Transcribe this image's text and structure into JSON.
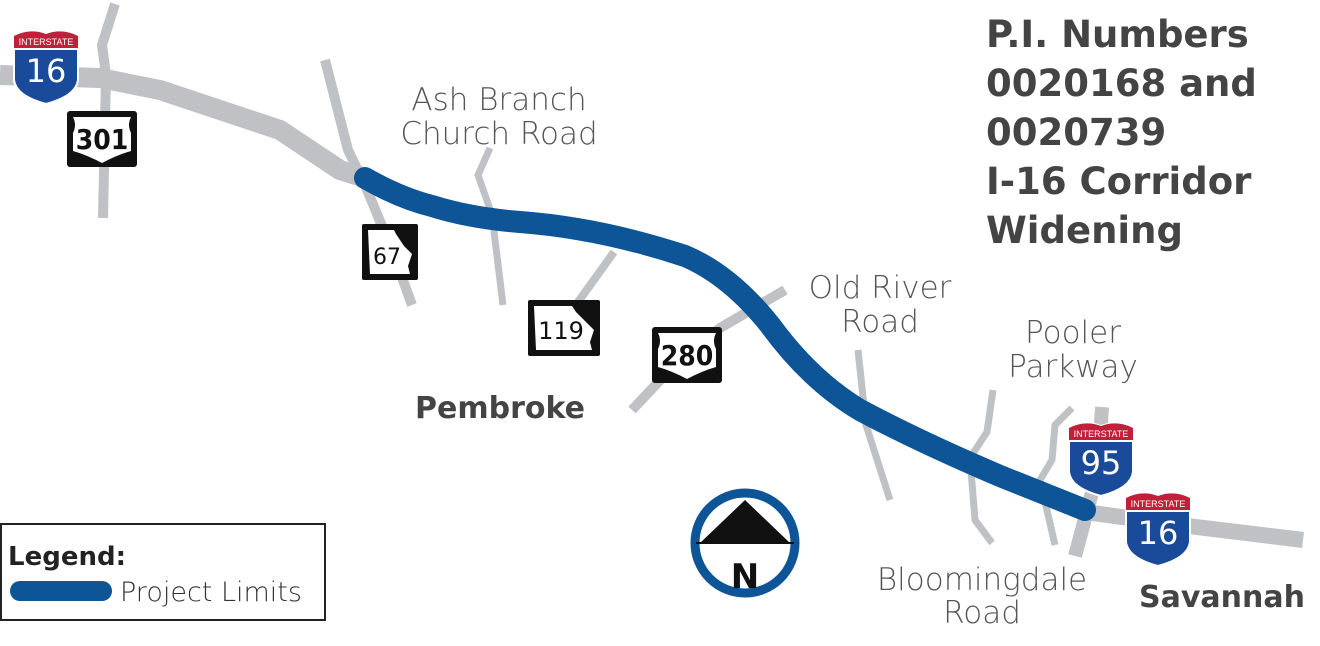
{
  "title": {
    "lines": [
      "P.I. Numbers",
      "0020168 and",
      "0020739",
      "I-16 Corridor",
      "Widening"
    ]
  },
  "roads": {
    "ash_branch": [
      "Ash Branch",
      "Church Road"
    ],
    "old_river": [
      "Old River",
      "Road"
    ],
    "pooler": [
      "Pooler",
      "Parkway"
    ],
    "bloomingdale": [
      "Bloomingdale",
      "Road"
    ]
  },
  "cities": {
    "pembroke": "Pembroke",
    "savannah": "Savannah"
  },
  "shields": {
    "interstate_label": "INTERSTATE",
    "i16_west": "16",
    "us301": "301",
    "ga67": "67",
    "ga119": "119",
    "us280": "280",
    "i95": "95",
    "i16_east": "16"
  },
  "north_arrow": {
    "label": "N"
  },
  "legend": {
    "title": "Legend:",
    "items": [
      {
        "label": "Project Limits",
        "color": "#0d5597"
      }
    ]
  },
  "colors": {
    "project": "#0d5597",
    "road": "#c0c1c4",
    "interstate_blue": "#1a4b9a",
    "interstate_red": "#c0203a"
  }
}
